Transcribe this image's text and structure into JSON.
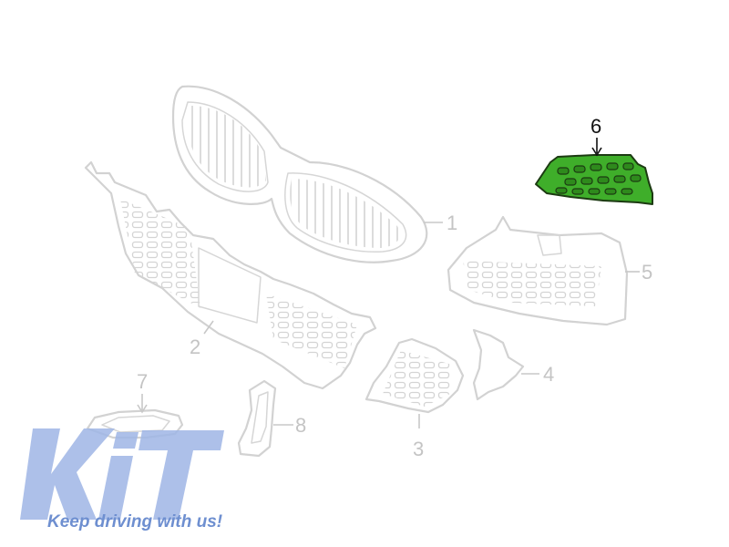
{
  "diagram": {
    "callouts": [
      {
        "label": "1",
        "highlighted": false
      },
      {
        "label": "2",
        "highlighted": false
      },
      {
        "label": "3",
        "highlighted": false
      },
      {
        "label": "4",
        "highlighted": false
      },
      {
        "label": "5",
        "highlighted": false
      },
      {
        "label": "6",
        "highlighted": true
      },
      {
        "label": "7",
        "highlighted": false
      },
      {
        "label": "8",
        "highlighted": false
      }
    ],
    "highlight_color": "#3fae2a",
    "line_color": "#d2d2d2"
  },
  "brand": {
    "logo_text": "KiT",
    "logo_color": "#9fb6e6",
    "tagline": "Keep driving with us!"
  }
}
